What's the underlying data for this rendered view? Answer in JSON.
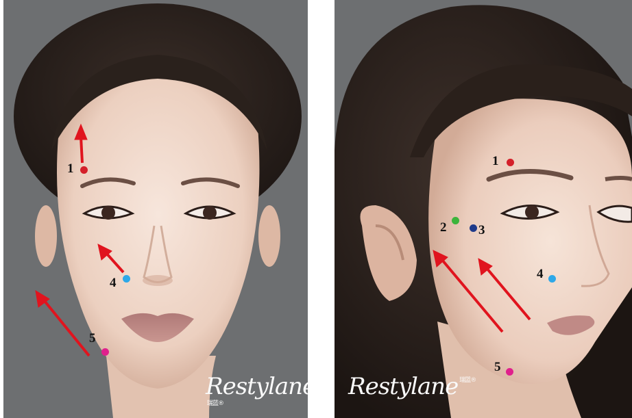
{
  "panels": [
    {
      "view": "front",
      "markers": [
        {
          "label": "1",
          "color": "#d4202a"
        },
        {
          "label": "4",
          "color": "#2ea8e8"
        },
        {
          "label": "5",
          "color": "#e0208c"
        }
      ],
      "logo_text": "Restylane",
      "logo_sup": "瑞蓝®"
    },
    {
      "view": "three-quarter",
      "markers": [
        {
          "label": "1",
          "color": "#d4202a"
        },
        {
          "label": "2",
          "color": "#3cb43c"
        },
        {
          "label": "3",
          "color": "#1f3a8a"
        },
        {
          "label": "4",
          "color": "#2ea8e8"
        },
        {
          "label": "5",
          "color": "#e0208c"
        }
      ],
      "logo_text": "Restylane",
      "logo_sup": "瑞蓝®"
    }
  ],
  "arrow_color": "#e0141e"
}
